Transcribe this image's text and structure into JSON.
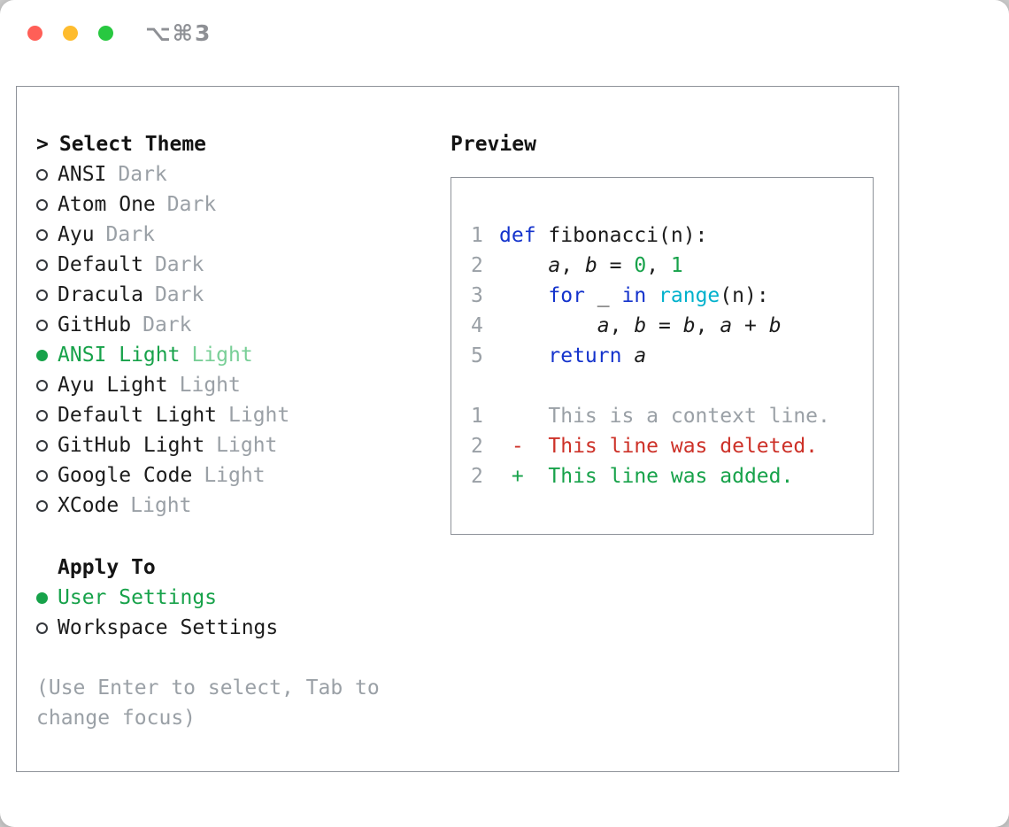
{
  "colors": {
    "accent-green": "#17a24a",
    "variant-green": "#79cf97",
    "number-green": "#17a24a",
    "keyword-blue": "#1433cc",
    "function-cyan": "#00b1cc",
    "deleted-red": "#cd3128",
    "muted-gray": "#9aa0a6",
    "traffic-red": "#ff5f57",
    "traffic-yellow": "#febc2e",
    "traffic-green": "#28c840"
  },
  "window": {
    "shortcut": "⌥⌘3"
  },
  "theme_selector": {
    "prompt": ">",
    "title": "Select Theme",
    "items": [
      {
        "name": "ANSI",
        "variant": "Dark",
        "selected": false
      },
      {
        "name": "Atom One",
        "variant": "Dark",
        "selected": false
      },
      {
        "name": "Ayu",
        "variant": "Dark",
        "selected": false
      },
      {
        "name": "Default",
        "variant": "Dark",
        "selected": false
      },
      {
        "name": "Dracula",
        "variant": "Dark",
        "selected": false
      },
      {
        "name": "GitHub",
        "variant": "Dark",
        "selected": false
      },
      {
        "name": "ANSI Light",
        "variant": "Light",
        "selected": true
      },
      {
        "name": "Ayu Light",
        "variant": "Light",
        "selected": false
      },
      {
        "name": "Default Light",
        "variant": "Light",
        "selected": false
      },
      {
        "name": "GitHub Light",
        "variant": "Light",
        "selected": false
      },
      {
        "name": "Google Code",
        "variant": "Light",
        "selected": false
      },
      {
        "name": "XCode",
        "variant": "Light",
        "selected": false
      }
    ]
  },
  "apply_to": {
    "title": "Apply To",
    "options": [
      {
        "label": "User Settings",
        "selected": true
      },
      {
        "label": "Workspace Settings",
        "selected": false
      }
    ]
  },
  "hint": "(Use Enter to select, Tab to change focus)",
  "preview": {
    "title": "Preview",
    "code_lines": [
      {
        "num": "1",
        "tokens": [
          {
            "c": "kw",
            "t": "def"
          },
          {
            "c": "plain",
            "t": " fibonacci(n):"
          }
        ]
      },
      {
        "num": "2",
        "tokens": [
          {
            "c": "plain",
            "t": "    "
          },
          {
            "c": "var",
            "t": "a"
          },
          {
            "c": "plain",
            "t": ", "
          },
          {
            "c": "var",
            "t": "b"
          },
          {
            "c": "plain",
            "t": " = "
          },
          {
            "c": "num",
            "t": "0"
          },
          {
            "c": "plain",
            "t": ", "
          },
          {
            "c": "num",
            "t": "1"
          }
        ]
      },
      {
        "num": "3",
        "tokens": [
          {
            "c": "plain",
            "t": "    "
          },
          {
            "c": "kw",
            "t": "for"
          },
          {
            "c": "plain",
            "t": " _ "
          },
          {
            "c": "kw",
            "t": "in"
          },
          {
            "c": "plain",
            "t": " "
          },
          {
            "c": "fn",
            "t": "range"
          },
          {
            "c": "plain",
            "t": "(n):"
          }
        ]
      },
      {
        "num": "4",
        "tokens": [
          {
            "c": "plain",
            "t": "        "
          },
          {
            "c": "var",
            "t": "a"
          },
          {
            "c": "plain",
            "t": ", "
          },
          {
            "c": "var",
            "t": "b"
          },
          {
            "c": "plain",
            "t": " = "
          },
          {
            "c": "var",
            "t": "b"
          },
          {
            "c": "plain",
            "t": ", "
          },
          {
            "c": "var",
            "t": "a"
          },
          {
            "c": "plain",
            "t": " + "
          },
          {
            "c": "var",
            "t": "b"
          }
        ]
      },
      {
        "num": "5",
        "tokens": [
          {
            "c": "plain",
            "t": "    "
          },
          {
            "c": "kw",
            "t": "return"
          },
          {
            "c": "plain",
            "t": " "
          },
          {
            "c": "var",
            "t": "a"
          }
        ]
      }
    ],
    "diff_lines": [
      {
        "num": "1",
        "tokens": [
          {
            "c": "ctx",
            "t": "    This is a context line."
          }
        ]
      },
      {
        "num": "2",
        "tokens": [
          {
            "c": "del",
            "t": " -  This line was deleted."
          }
        ]
      },
      {
        "num": "2",
        "tokens": [
          {
            "c": "add",
            "t": " +  This line was added."
          }
        ]
      }
    ]
  }
}
